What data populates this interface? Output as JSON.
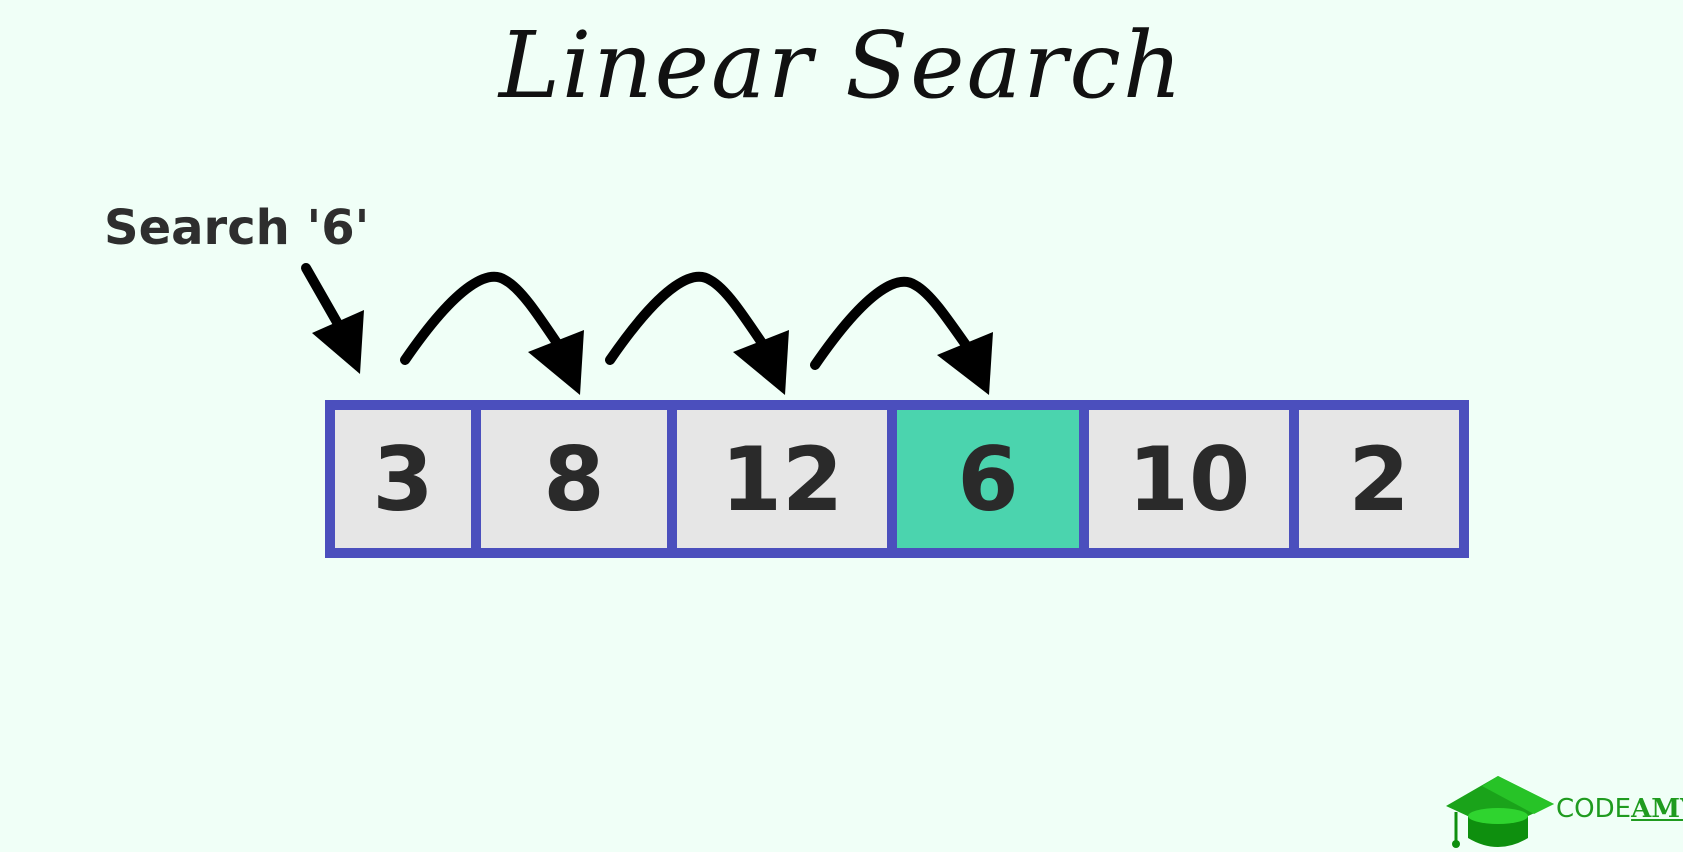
{
  "title": "Linear Search",
  "search_label": "Search '6'",
  "target": 6,
  "array": [
    3,
    8,
    12,
    6,
    10,
    2
  ],
  "found_index": 3,
  "colors": {
    "background": "#f0fff7",
    "array_border": "#4b4fbd",
    "cell_fill": "#e6e6e6",
    "found_fill": "#4bd4ae",
    "text": "#2a2a2a",
    "logo_green": "#1f9b1f"
  },
  "logo": {
    "icon": "graduation-cap-icon",
    "text_prefix": "CODE",
    "text_suffix": "AMY"
  }
}
